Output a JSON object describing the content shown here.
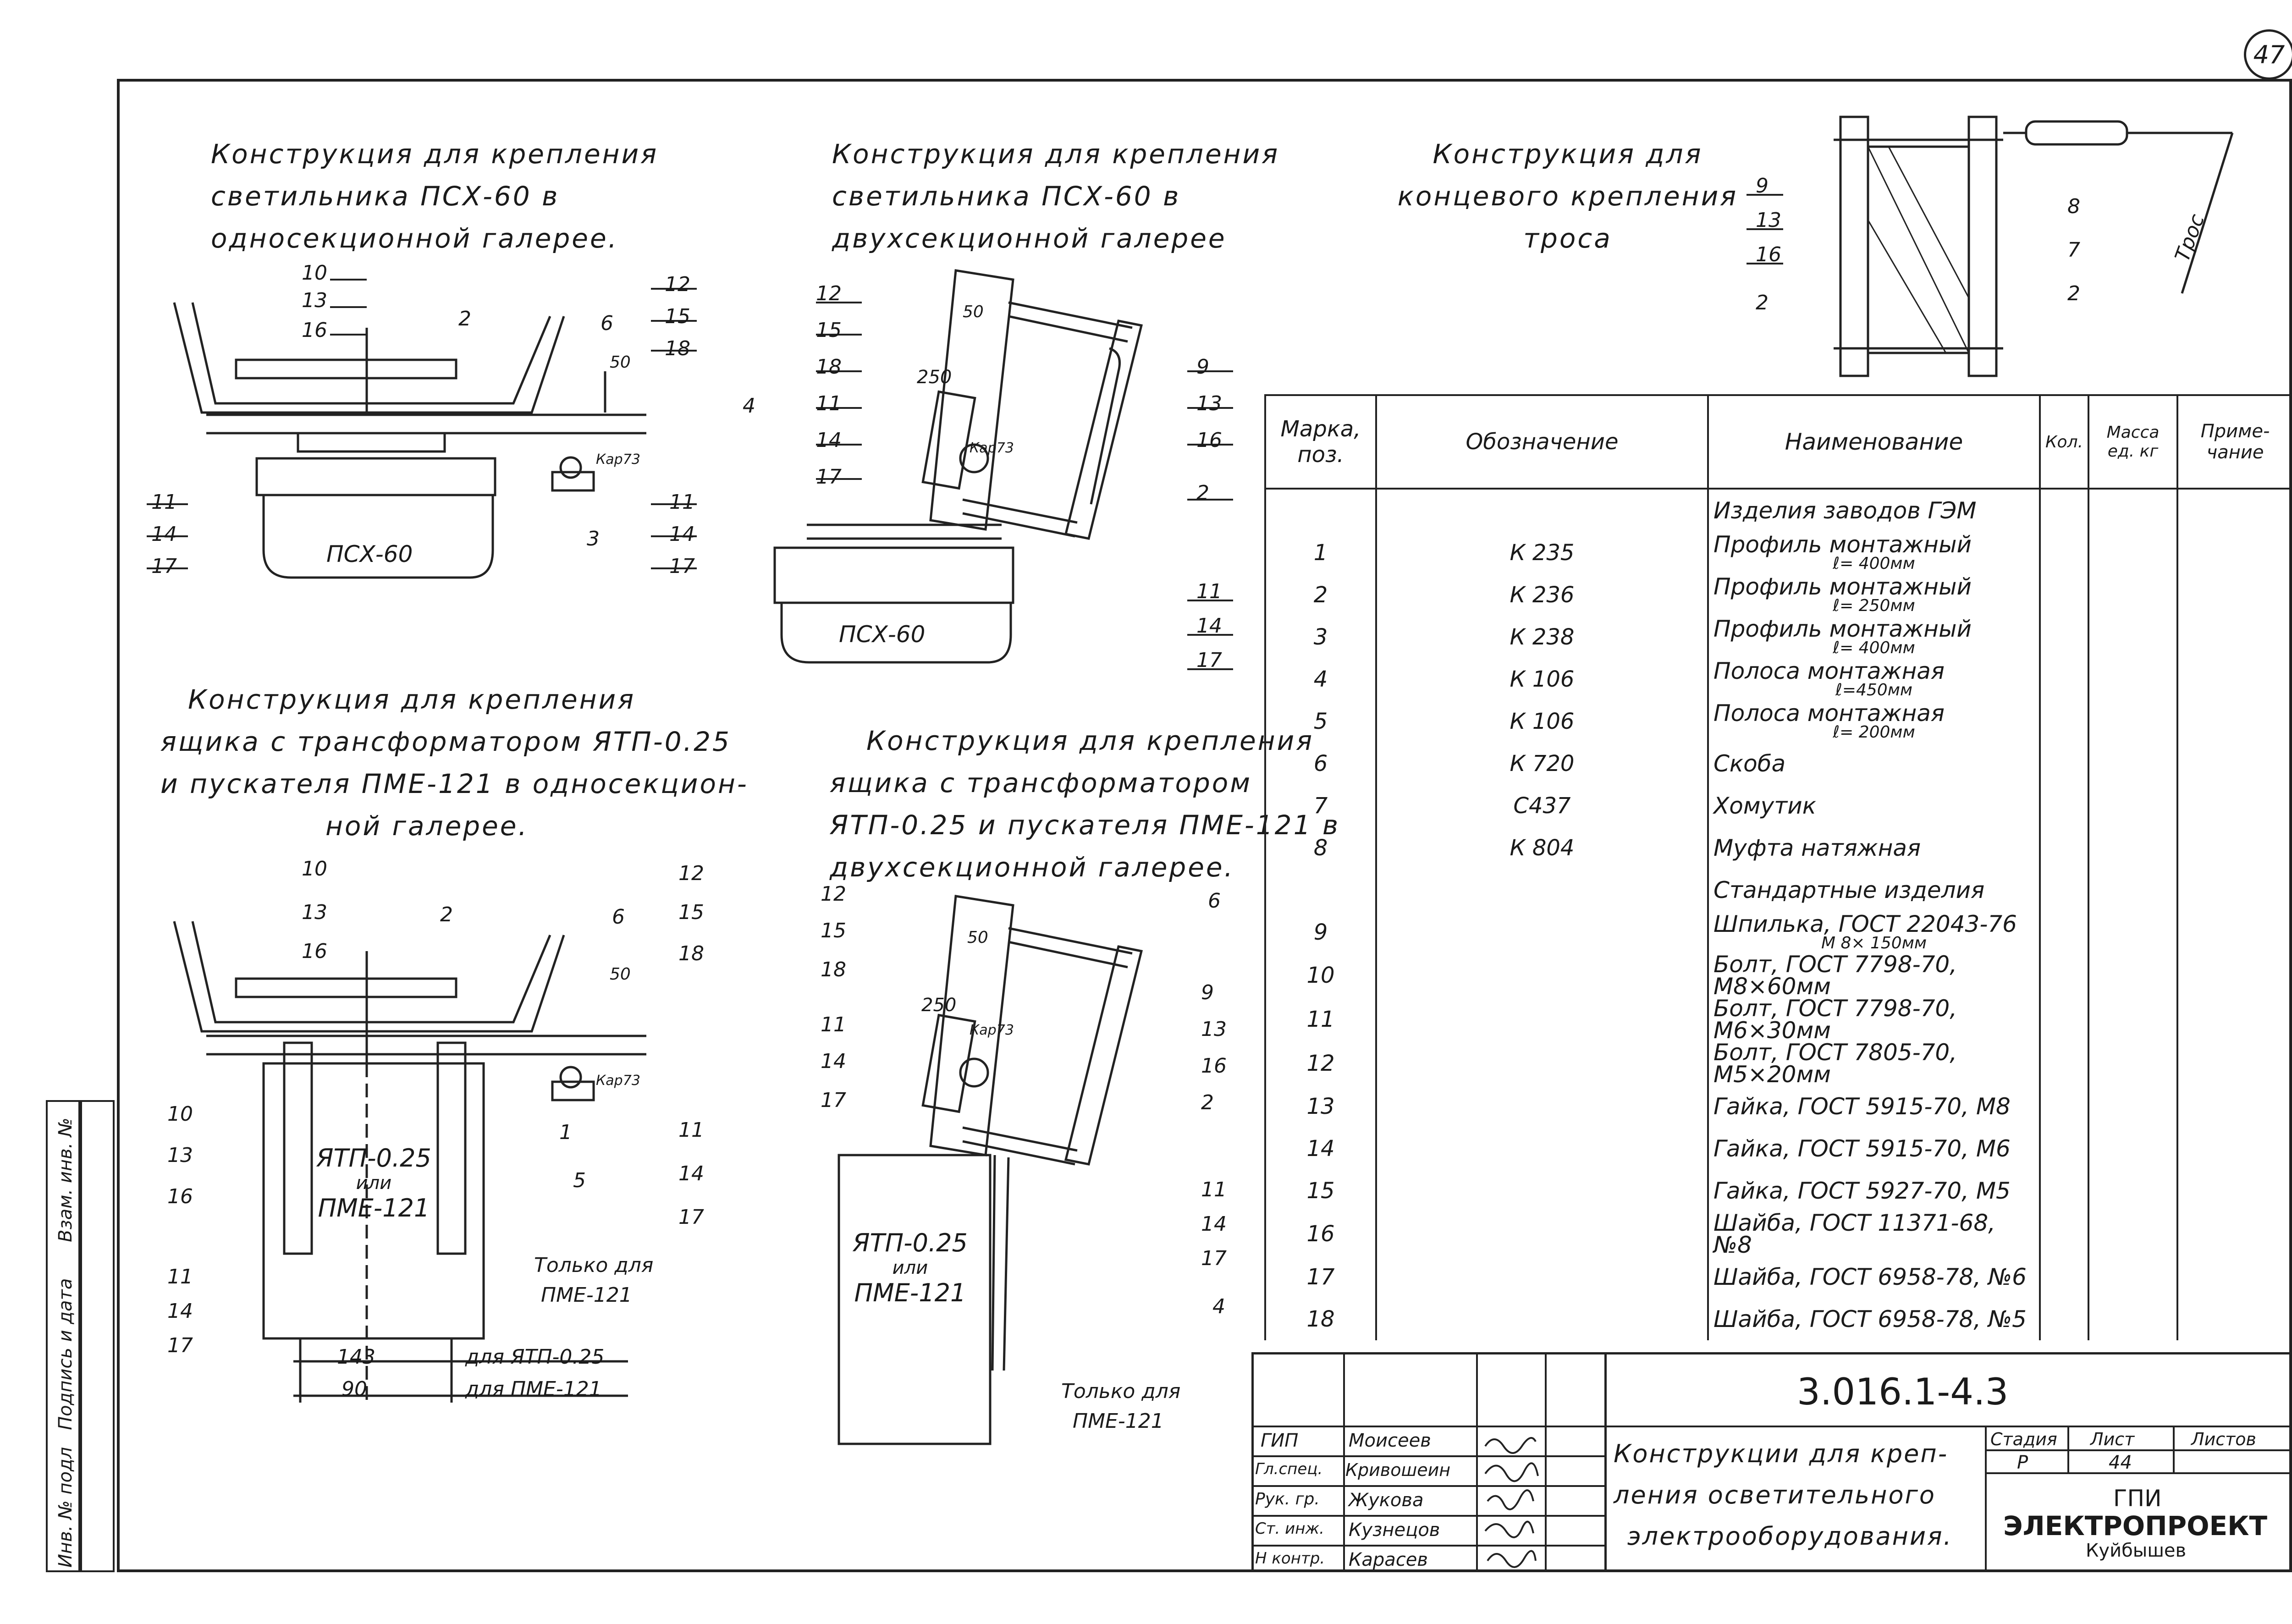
{
  "page_number": "47",
  "titles": {
    "t1": [
      "Конструкция для крепления",
      "светильника ПСХ-60 в",
      "односекционной галерее."
    ],
    "t2": [
      "Конструкция для крепления",
      "светильника ПСХ-60 в",
      "двухсекционной галерее"
    ],
    "t3": [
      "Конструкция для",
      "концевого крепления",
      "троса"
    ],
    "t4": [
      "Конструкция для крепления",
      "ящика с трансформатором ЯТП-0.25",
      "и пускателя ПМЕ-121 в односекцион-",
      "ной галерее."
    ],
    "t5": [
      "Конструкция для крепления",
      "ящика с трансформатором",
      "ЯТП-0.25 и пускателя ПМЕ-121 в",
      "двухсекционной галерее."
    ]
  },
  "drawing_labels": {
    "psx": "ПСХ-60",
    "kar": "Кар73",
    "dim50": "50",
    "dim250": "250",
    "dim143": "143",
    "dim90": "90",
    "for_ytp": "для ЯТП-0.25",
    "for_pme": "для ПМЕ-121",
    "only_for": "Только для",
    "pme121": "ПМЕ-121",
    "ytp_a": "ЯТП-0.25",
    "ili": "или",
    "pme_b": "ПМЕ-121",
    "tros": "Трос",
    "pos": [
      "1",
      "2",
      "3",
      "4",
      "5",
      "6",
      "7",
      "8",
      "9",
      "10",
      "11",
      "12",
      "13",
      "14",
      "15",
      "16",
      "17",
      "18"
    ]
  },
  "table": {
    "headers": {
      "mark": "Марка, поз.",
      "code": "Обозначение",
      "name": "Наименование",
      "qty": "Кол.",
      "mass": "Масса ед. кг",
      "note": "Приме- чание"
    },
    "rows": [
      {
        "mark": "",
        "code": "",
        "name": "Изделия заводов ГЭМ",
        "sub": ""
      },
      {
        "mark": "1",
        "code": "К 235",
        "name": "Профиль монтажный",
        "sub": "ℓ= 400мм"
      },
      {
        "mark": "2",
        "code": "К 236",
        "name": "Профиль монтажный",
        "sub": "ℓ= 250мм"
      },
      {
        "mark": "3",
        "code": "К 238",
        "name": "Профиль монтажный",
        "sub": "ℓ= 400мм"
      },
      {
        "mark": "4",
        "code": "К 106",
        "name": "Полоса монтажная",
        "sub": "ℓ=450мм"
      },
      {
        "mark": "5",
        "code": "К 106",
        "name": "Полоса монтажная",
        "sub": "ℓ= 200мм"
      },
      {
        "mark": "6",
        "code": "К 720",
        "name": "Скоба",
        "sub": ""
      },
      {
        "mark": "7",
        "code": "С437",
        "name": "Хомутик",
        "sub": ""
      },
      {
        "mark": "8",
        "code": "К 804",
        "name": "Муфта натяжная",
        "sub": ""
      },
      {
        "mark": "",
        "code": "",
        "name": "Стандартные изделия",
        "sub": ""
      },
      {
        "mark": "9",
        "code": "",
        "name": "Шпилька, ГОСТ 22043-76",
        "sub": "М 8× 150мм"
      },
      {
        "mark": "10",
        "code": "",
        "name": "Болт, ГОСТ 7798-70, М8×60мм",
        "sub": ""
      },
      {
        "mark": "11",
        "code": "",
        "name": "Болт, ГОСТ 7798-70, М6×30мм",
        "sub": ""
      },
      {
        "mark": "12",
        "code": "",
        "name": "Болт, ГОСТ 7805-70, М5×20мм",
        "sub": ""
      },
      {
        "mark": "13",
        "code": "",
        "name": "Гайка, ГОСТ 5915-70, М8",
        "sub": ""
      },
      {
        "mark": "14",
        "code": "",
        "name": "Гайка, ГОСТ 5915-70, М6",
        "sub": ""
      },
      {
        "mark": "15",
        "code": "",
        "name": "Гайка, ГОСТ 5927-70, М5",
        "sub": ""
      },
      {
        "mark": "16",
        "code": "",
        "name": "Шайба, ГОСТ 11371-68, №8",
        "sub": ""
      },
      {
        "mark": "17",
        "code": "",
        "name": "Шайба, ГОСТ 6958-78, №6",
        "sub": ""
      },
      {
        "mark": "18",
        "code": "",
        "name": "Шайба, ГОСТ 6958-78, №5",
        "sub": ""
      }
    ]
  },
  "stamp": {
    "doc_code": "3.016.1-4.3",
    "roles": [
      "ГИП",
      "Гл.спец.",
      "Рук. гр.",
      "Ст. инж.",
      "Н контр."
    ],
    "names": [
      "Моисеев",
      "Кривошеин",
      "Жукова",
      "Кузнецов",
      "Карасев"
    ],
    "title_lines": [
      "Конструкции для креп-",
      "ления осветительного",
      "электрооборудования."
    ],
    "stage_label": "Стадия",
    "sheet_label": "Лист",
    "sheets_label": "Листов",
    "stage": "Р",
    "sheet": "44",
    "org1": "ГПИ",
    "org2": "ЭЛЕКТРОПРОЕКТ",
    "org3": "Куйбышев"
  },
  "side_strip": {
    "inv_orig": "Инв. № подл",
    "sign_date": "Подпись и дата",
    "vzam": "Взам. инв. №"
  }
}
